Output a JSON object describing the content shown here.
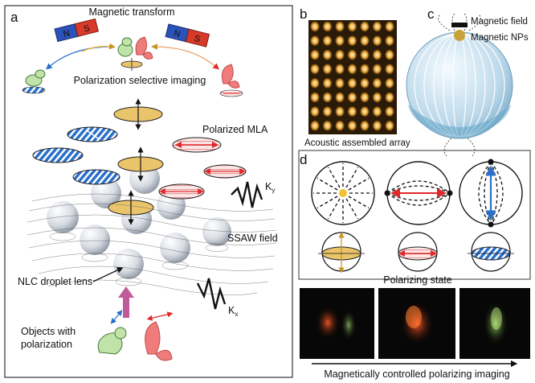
{
  "panels": {
    "a": {
      "letter": "a",
      "title": "Magnetic transform",
      "subtitle": "Polarization selective imaging",
      "magnet_left": {
        "n": "N",
        "s": "S"
      },
      "magnet_right": {
        "n": "N",
        "s": "S"
      },
      "polarized_mla": "Polarized MLA",
      "ssaw_field": "SSAW field",
      "ky": {
        "base": "K",
        "sub": "y"
      },
      "kx": {
        "base": "K",
        "sub": "x"
      },
      "nlc_lens": "NLC droplet lens",
      "objects_line1": "Objects with",
      "objects_line2": "polarization"
    },
    "b": {
      "letter": "b",
      "caption": "Acoustic assembled array"
    },
    "c": {
      "letter": "c",
      "magnetic_field": "Magnetic field",
      "magnetic_nps": "Magnetic NPs"
    },
    "d": {
      "letter": "d",
      "polarizing_state": "Polarizing state",
      "bottom_caption": "Magnetically controlled polarizing imaging"
    }
  },
  "colors": {
    "blue": "#2a6fc9",
    "red": "#e0282a",
    "gold": "#e9c46a",
    "green_larva": "#bfe3a8",
    "butterfly": "#f07b7b",
    "array_dot": "#f0b24a"
  }
}
